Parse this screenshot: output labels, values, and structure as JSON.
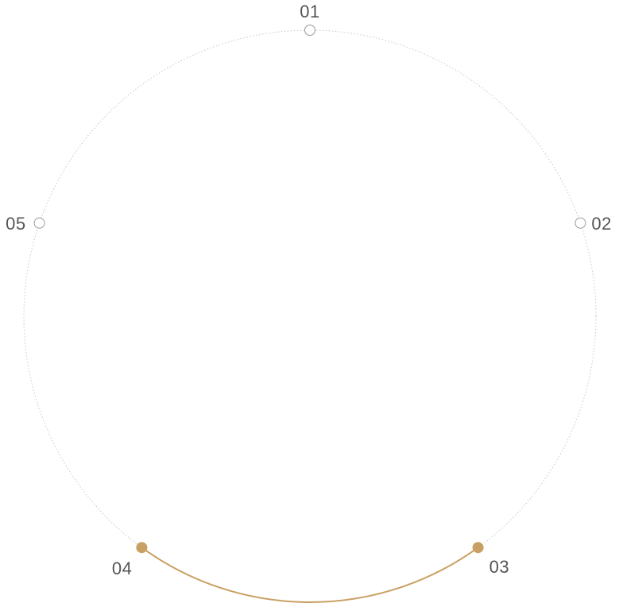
{
  "colors": {
    "accent": "#c9a063",
    "track": "#c8c8c8",
    "node_inactive_stroke": "#9a9a9a",
    "node_inactive_fill": "#ffffff",
    "label": "#555555",
    "background": "#ffffff"
  },
  "steps": [
    {
      "label": "01",
      "active": false
    },
    {
      "label": "02",
      "active": false
    },
    {
      "label": "03",
      "active": true
    },
    {
      "label": "04",
      "active": true
    },
    {
      "label": "05",
      "active": false
    }
  ],
  "highlighted_segment": {
    "from": "03",
    "to": "04"
  }
}
